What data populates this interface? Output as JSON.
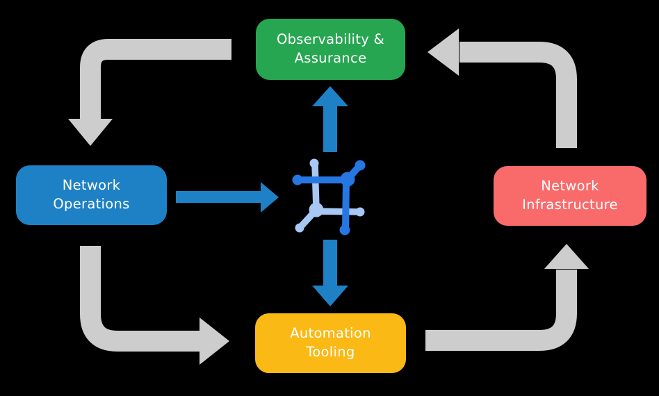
{
  "colors": {
    "bg": "#000000",
    "green": "#27a651",
    "blue": "#1e81c5",
    "red": "#f96b6b",
    "yellow": "#fbb916",
    "gray": "#cdcdcd",
    "icon-dark": "#2677e2",
    "icon-light": "#a6c8f3",
    "text": "#ffffff"
  },
  "nodes": {
    "observability": {
      "label": "Observability &\nAssurance",
      "color": "#27a651"
    },
    "operations": {
      "label": "Network\nOperations",
      "color": "#1e81c5"
    },
    "infrastructure": {
      "label": "Network\nInfrastructure",
      "color": "#f96b6b"
    },
    "automation": {
      "label": "Automation\nTooling",
      "color": "#fbb916"
    }
  },
  "center_icon": {
    "name": "network-automation-icon",
    "dark_blue": "#2677e2",
    "light_blue": "#a6c8f3"
  },
  "flows": {
    "gray_cycle": [
      {
        "from": "observability",
        "to": "operations"
      },
      {
        "from": "operations",
        "to": "automation"
      },
      {
        "from": "automation",
        "to": "infrastructure"
      },
      {
        "from": "infrastructure",
        "to": "observability"
      }
    ],
    "blue_links": [
      {
        "from": "operations",
        "to": "center-icon"
      },
      {
        "from": "center-icon",
        "to": "observability"
      },
      {
        "from": "center-icon",
        "to": "automation"
      }
    ]
  }
}
